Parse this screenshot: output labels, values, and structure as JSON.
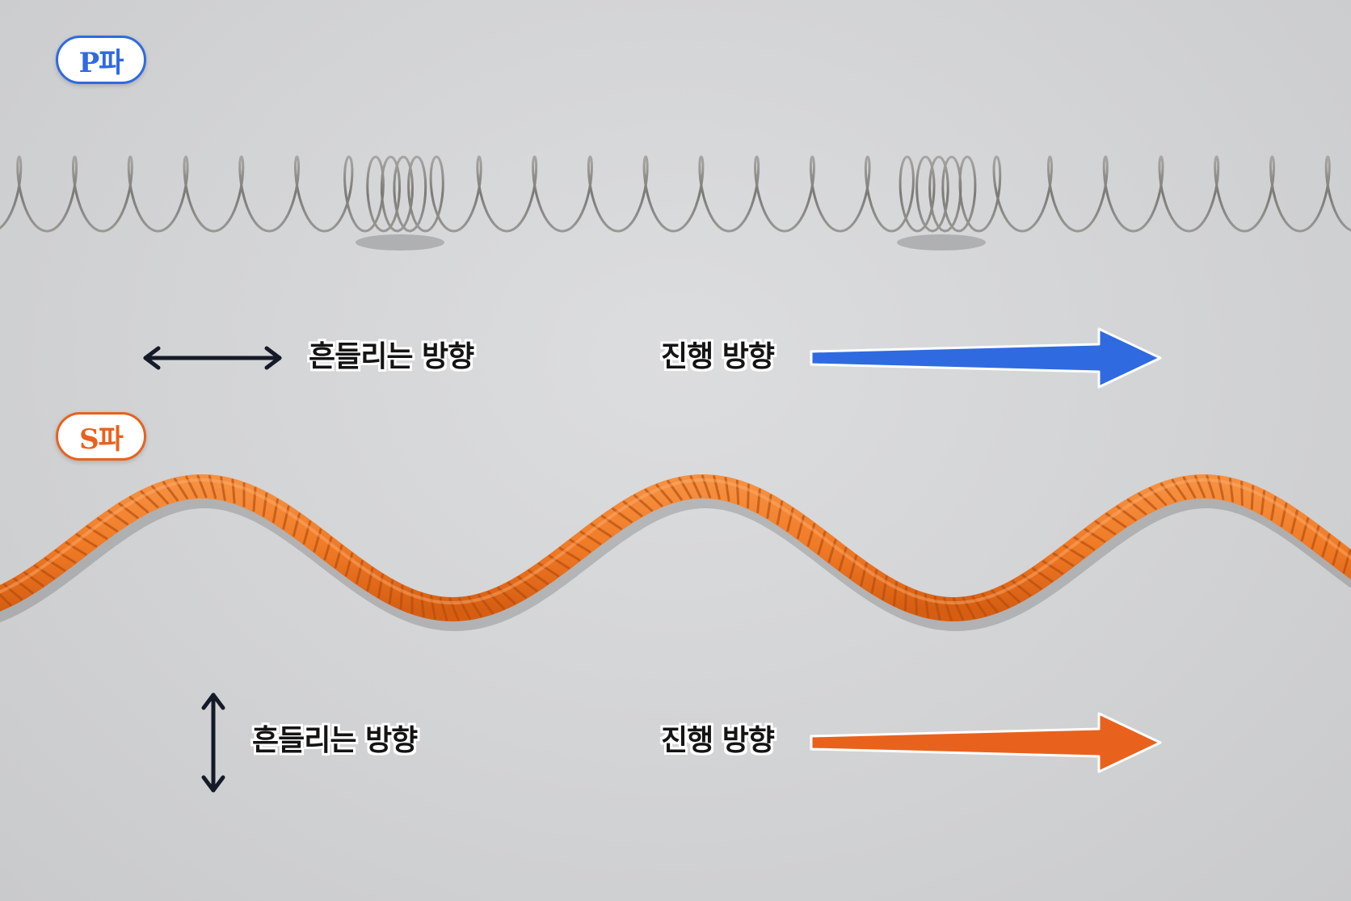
{
  "p_wave": {
    "badge": "P파",
    "oscillation_label": "흔들리는 방향",
    "propagation_label": "진행 방향",
    "accent_color": "#2f6ae0"
  },
  "s_wave": {
    "badge": "S파",
    "oscillation_label": "흔들리는 방향",
    "propagation_label": "진행 방향",
    "accent_color": "#e8621d"
  },
  "icons": {
    "p_oscillation": "double-arrow-horizontal-icon",
    "s_oscillation": "double-arrow-vertical-icon",
    "p_propagation": "arrow-right-icon",
    "s_propagation": "arrow-right-icon"
  },
  "colors": {
    "background": "#d3d4d6",
    "spring": "#8c8a86",
    "rope": "#f07a28",
    "arrow_dark": "#141a28"
  }
}
